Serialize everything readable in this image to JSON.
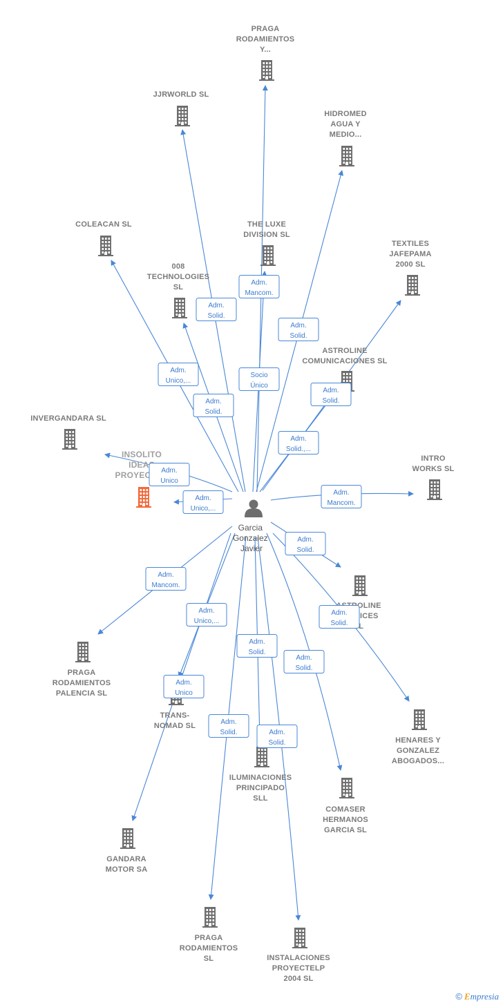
{
  "person": {
    "lines": [
      "Garcia",
      "Gonzalez",
      "Javier"
    ]
  },
  "companies": [
    {
      "id": "praga_y",
      "lines": [
        "PRAGA",
        "RODAMIENTOS",
        "Y..."
      ]
    },
    {
      "id": "jjrworld",
      "lines": [
        "JJRWORLD  SL"
      ]
    },
    {
      "id": "hidromed",
      "lines": [
        "HIDROMED",
        "AGUA Y",
        "MEDIO..."
      ]
    },
    {
      "id": "coleacan",
      "lines": [
        "COLEACAN  SL"
      ]
    },
    {
      "id": "theluxe",
      "lines": [
        "THE LUXE",
        "DIVISION SL"
      ]
    },
    {
      "id": "textiles",
      "lines": [
        "TEXTILES",
        "JAFEPAMA",
        "2000 SL"
      ]
    },
    {
      "id": "tech008",
      "lines": [
        "008",
        "TECHNOLOGIES",
        "SL"
      ]
    },
    {
      "id": "astroline_com",
      "lines": [
        "ASTROLINE",
        "COMUNICACIONES SL"
      ]
    },
    {
      "id": "invergandara",
      "lines": [
        "INVERGANDARA SL"
      ]
    },
    {
      "id": "insolito",
      "lines": [
        "INSOLITO",
        "IDEAS",
        "PROYECTOS"
      ],
      "highlight": true
    },
    {
      "id": "intro",
      "lines": [
        "INTRO",
        "WORKS SL"
      ]
    },
    {
      "id": "astroline_srv",
      "lines": [
        "ASTROLINE",
        "SERVICES",
        "SL"
      ]
    },
    {
      "id": "praga_pal",
      "lines": [
        "PRAGA",
        "RODAMIENTOS",
        "PALENCIA  SL"
      ]
    },
    {
      "id": "transnomad",
      "lines": [
        "TRANS-",
        "NOMAD  SL"
      ]
    },
    {
      "id": "henares",
      "lines": [
        "HENARES Y",
        "GONZALEZ",
        "ABOGADOS..."
      ]
    },
    {
      "id": "iluminaciones",
      "lines": [
        "ILUMINACIONES",
        "PRINCIPADO",
        "SLL"
      ]
    },
    {
      "id": "comaser",
      "lines": [
        "COMASER",
        "HERMANOS",
        "GARCIA SL"
      ]
    },
    {
      "id": "gandara",
      "lines": [
        "GANDARA",
        "MOTOR SA"
      ]
    },
    {
      "id": "praga_sl",
      "lines": [
        "PRAGA",
        "RODAMIENTOS",
        "SL"
      ]
    },
    {
      "id": "instalaciones",
      "lines": [
        "INSTALACIONES",
        "PROYECTELP",
        "2004 SL"
      ]
    }
  ],
  "relations": [
    {
      "target": "praga_y",
      "lines": [
        "Socio",
        "Único"
      ]
    },
    {
      "target": "jjrworld",
      "lines": [
        "Adm.",
        "Solid."
      ]
    },
    {
      "target": "hidromed",
      "lines": [
        "Adm.",
        "Solid."
      ]
    },
    {
      "target": "coleacan",
      "lines": [
        "Adm.",
        "Unico,..."
      ]
    },
    {
      "target": "theluxe",
      "lines": [
        "Adm.",
        "Mancom."
      ]
    },
    {
      "target": "textiles",
      "lines": [
        "Adm.",
        "Solid.,..."
      ]
    },
    {
      "target": "tech008",
      "lines": [
        "Adm.",
        "Solid."
      ]
    },
    {
      "target": "astroline_com",
      "lines": [
        "Adm.",
        "Solid."
      ]
    },
    {
      "target": "invergandara",
      "lines": [
        "Adm.",
        "Unico"
      ]
    },
    {
      "target": "insolito",
      "lines": [
        "Adm.",
        "Unico,..."
      ]
    },
    {
      "target": "intro",
      "lines": [
        "Adm.",
        "Mancom."
      ]
    },
    {
      "target": "astroline_srv",
      "lines": [
        "Adm.",
        "Solid."
      ]
    },
    {
      "target": "praga_pal",
      "lines": [
        "Adm.",
        "Mancom."
      ]
    },
    {
      "target": "transnomad",
      "lines": [
        "Adm.",
        "Unico,..."
      ]
    },
    {
      "target": "henares",
      "lines": [
        "Adm.",
        "Solid."
      ]
    },
    {
      "target": "iluminaciones",
      "lines": [
        "Adm.",
        "Solid."
      ]
    },
    {
      "target": "comaser",
      "lines": [
        "Adm.",
        "Solid."
      ]
    },
    {
      "target": "gandara",
      "lines": [
        "Adm.",
        "Unico"
      ]
    },
    {
      "target": "praga_sl",
      "lines": [
        "Adm.",
        "Solid."
      ]
    },
    {
      "target": "instalaciones",
      "lines": [
        "Adm.",
        "Solid."
      ]
    }
  ],
  "colors": {
    "edge": "#4a87d6",
    "building": "#6e6e6e",
    "building_highlight": "#f26a3c",
    "person_icon": "#6e6e6e"
  },
  "icons": {
    "company": "building-icon",
    "person": "person-icon",
    "copyright": "copyright-icon"
  },
  "footer": {
    "copyright": "©",
    "brand_e": "E",
    "brand_rest": "mpresia"
  }
}
